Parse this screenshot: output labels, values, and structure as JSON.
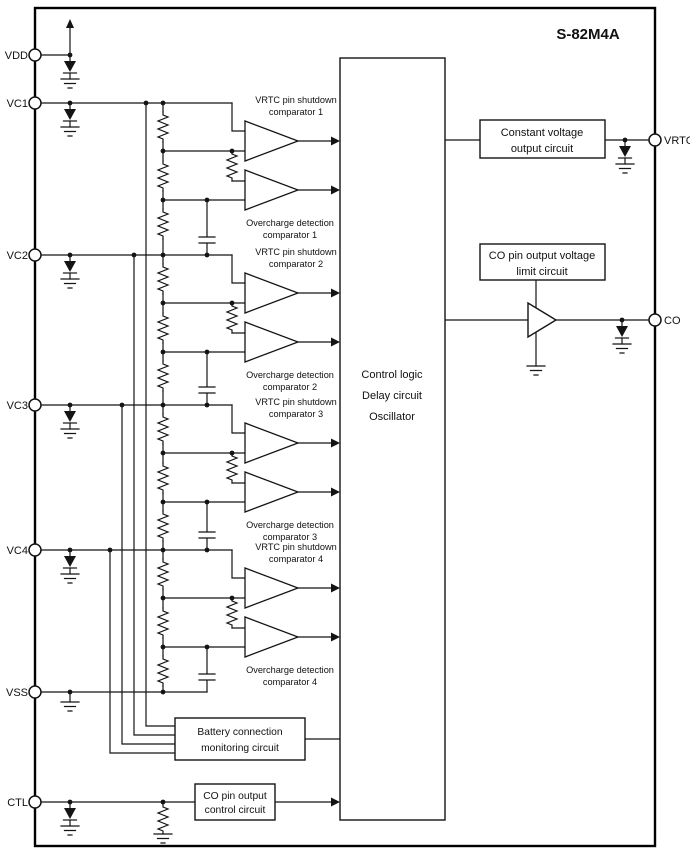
{
  "title": "S-82M4A",
  "pins": {
    "left": [
      "VDD",
      "VC1",
      "VC2",
      "VC3",
      "VC4",
      "VSS",
      "CTL"
    ],
    "right": [
      "VRTC",
      "CO"
    ]
  },
  "blocks": {
    "control_logic": {
      "lines": [
        "Control logic",
        "Delay circuit",
        "Oscillator"
      ]
    },
    "constant_voltage": {
      "lines": [
        "Constant voltage",
        "output circuit"
      ]
    },
    "co_limit": {
      "lines": [
        "CO pin output voltage",
        "limit circuit"
      ]
    },
    "battery_monitor": {
      "lines": [
        "Battery connection",
        "monitoring circuit"
      ]
    },
    "co_control": {
      "lines": [
        "CO pin output",
        "control circuit"
      ]
    }
  },
  "comparators": [
    {
      "shutdown": [
        "VRTC pin shutdown",
        "comparator 1"
      ],
      "overcharge": [
        "Overcharge detection",
        "comparator 1"
      ]
    },
    {
      "shutdown": [
        "VRTC pin shutdown",
        "comparator 2"
      ],
      "overcharge": [
        "Overcharge detection",
        "comparator 2"
      ]
    },
    {
      "shutdown": [
        "VRTC pin shutdown",
        "comparator 3"
      ],
      "overcharge": [
        "Overcharge detection",
        "comparator 3"
      ]
    },
    {
      "shutdown": [
        "VRTC pin shutdown",
        "comparator 4"
      ],
      "overcharge": [
        "Overcharge detection",
        "comparator 4"
      ]
    }
  ],
  "colors": {
    "ink": "#111111",
    "background": "#ffffff"
  }
}
